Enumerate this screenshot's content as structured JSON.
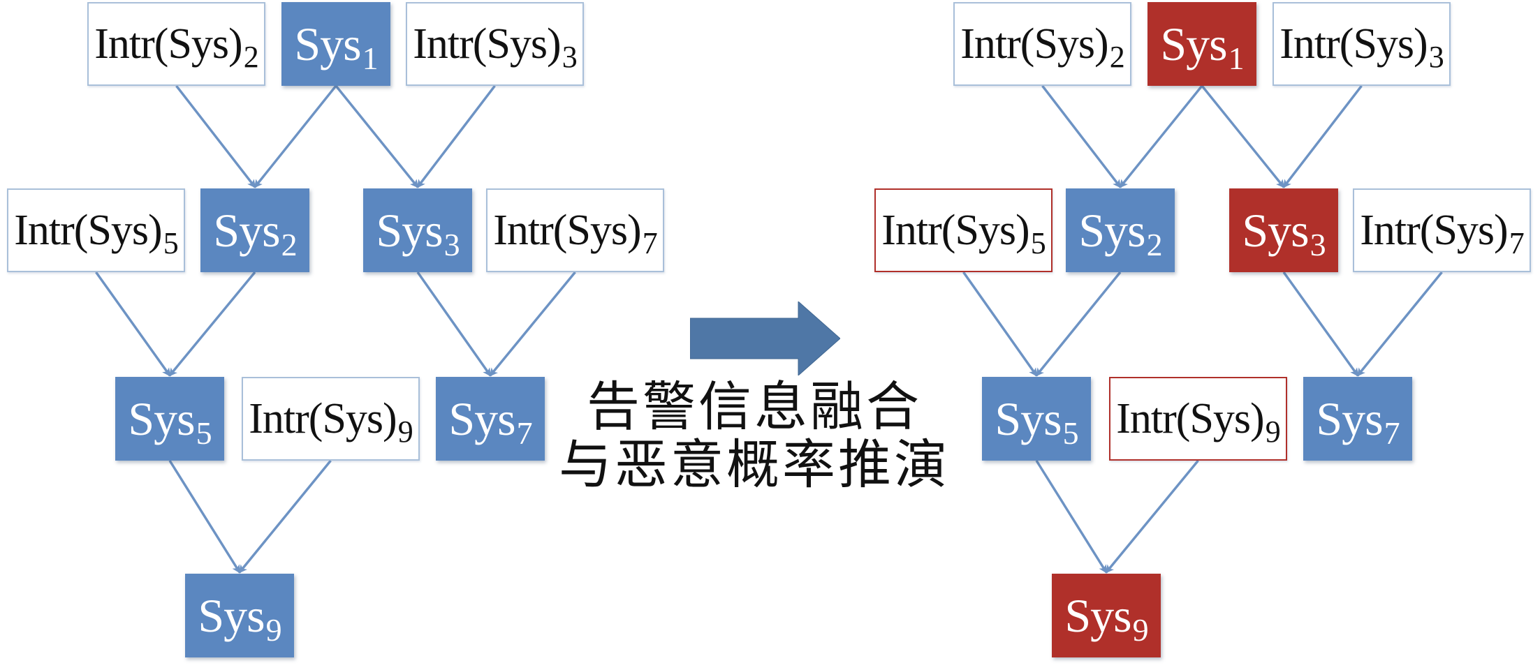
{
  "colors": {
    "sys_blue": "#5b87c0",
    "sys_red": "#b0302a",
    "intr_border_default": "#a9bfd9",
    "intr_border_red": "#b0302a",
    "edge": "#6d93c4",
    "big_arrow": "#4f77a6"
  },
  "caption": {
    "line1": "告警信息融合",
    "line2": "与恶意概率推演"
  },
  "diagrams": [
    {
      "id": "before",
      "nodes": [
        {
          "id": "intr2",
          "kind": "intr",
          "base": "Intr(Sys)",
          "sub": "2",
          "state": "default"
        },
        {
          "id": "sys1",
          "kind": "sys",
          "base": "Sys",
          "sub": "1",
          "state": "default"
        },
        {
          "id": "intr3",
          "kind": "intr",
          "base": "Intr(Sys)",
          "sub": "3",
          "state": "default"
        },
        {
          "id": "intr5",
          "kind": "intr",
          "base": "Intr(Sys)",
          "sub": "5",
          "state": "default"
        },
        {
          "id": "sys2",
          "kind": "sys",
          "base": "Sys",
          "sub": "2",
          "state": "default"
        },
        {
          "id": "sys3",
          "kind": "sys",
          "base": "Sys",
          "sub": "3",
          "state": "default"
        },
        {
          "id": "intr7",
          "kind": "intr",
          "base": "Intr(Sys)",
          "sub": "7",
          "state": "default"
        },
        {
          "id": "sys5",
          "kind": "sys",
          "base": "Sys",
          "sub": "5",
          "state": "default"
        },
        {
          "id": "intr9",
          "kind": "intr",
          "base": "Intr(Sys)",
          "sub": "9",
          "state": "default"
        },
        {
          "id": "sys7",
          "kind": "sys",
          "base": "Sys",
          "sub": "7",
          "state": "default"
        },
        {
          "id": "sys9",
          "kind": "sys",
          "base": "Sys",
          "sub": "9",
          "state": "default"
        }
      ],
      "edges": [
        {
          "from": "intr2",
          "to": "sys2"
        },
        {
          "from": "sys1",
          "to": "sys2"
        },
        {
          "from": "sys1",
          "to": "sys3"
        },
        {
          "from": "intr3",
          "to": "sys3"
        },
        {
          "from": "intr5",
          "to": "sys5"
        },
        {
          "from": "sys2",
          "to": "sys5"
        },
        {
          "from": "sys3",
          "to": "sys7"
        },
        {
          "from": "intr7",
          "to": "sys7"
        },
        {
          "from": "sys5",
          "to": "sys9"
        },
        {
          "from": "intr9",
          "to": "sys9"
        }
      ]
    },
    {
      "id": "after",
      "nodes": [
        {
          "id": "intr2",
          "kind": "intr",
          "base": "Intr(Sys)",
          "sub": "2",
          "state": "default"
        },
        {
          "id": "sys1",
          "kind": "sys",
          "base": "Sys",
          "sub": "1",
          "state": "malicious"
        },
        {
          "id": "intr3",
          "kind": "intr",
          "base": "Intr(Sys)",
          "sub": "3",
          "state": "default"
        },
        {
          "id": "intr5",
          "kind": "intr",
          "base": "Intr(Sys)",
          "sub": "5",
          "state": "malicious"
        },
        {
          "id": "sys2",
          "kind": "sys",
          "base": "Sys",
          "sub": "2",
          "state": "default"
        },
        {
          "id": "sys3",
          "kind": "sys",
          "base": "Sys",
          "sub": "3",
          "state": "malicious"
        },
        {
          "id": "intr7",
          "kind": "intr",
          "base": "Intr(Sys)",
          "sub": "7",
          "state": "default"
        },
        {
          "id": "sys5",
          "kind": "sys",
          "base": "Sys",
          "sub": "5",
          "state": "default"
        },
        {
          "id": "intr9",
          "kind": "intr",
          "base": "Intr(Sys)",
          "sub": "9",
          "state": "malicious"
        },
        {
          "id": "sys7",
          "kind": "sys",
          "base": "Sys",
          "sub": "7",
          "state": "default"
        },
        {
          "id": "sys9",
          "kind": "sys",
          "base": "Sys",
          "sub": "9",
          "state": "malicious"
        }
      ],
      "edges": [
        {
          "from": "intr2",
          "to": "sys2"
        },
        {
          "from": "sys1",
          "to": "sys2"
        },
        {
          "from": "sys1",
          "to": "sys3"
        },
        {
          "from": "intr3",
          "to": "sys3"
        },
        {
          "from": "intr5",
          "to": "sys5"
        },
        {
          "from": "sys2",
          "to": "sys5"
        },
        {
          "from": "sys3",
          "to": "sys7"
        },
        {
          "from": "intr7",
          "to": "sys7"
        },
        {
          "from": "sys5",
          "to": "sys9"
        },
        {
          "from": "intr9",
          "to": "sys9"
        }
      ]
    }
  ]
}
